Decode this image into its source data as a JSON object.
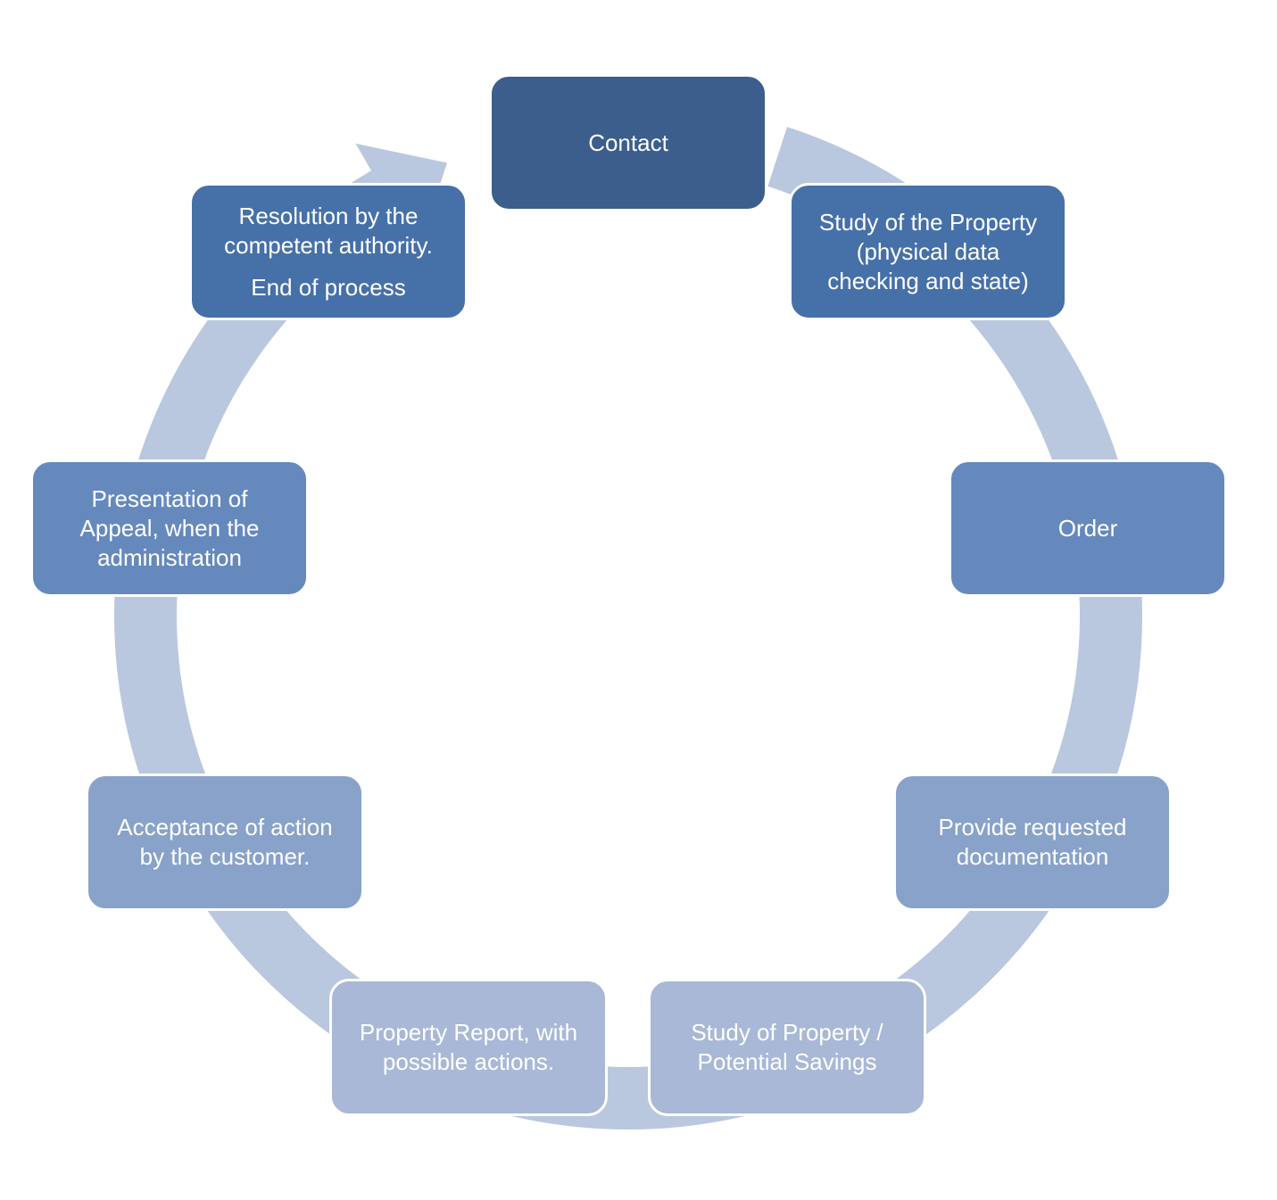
{
  "colors": {
    "ring": "#b9c8df",
    "text": "#ffffff"
  },
  "steps": [
    {
      "id": "contact",
      "lines": [
        "Contact"
      ],
      "color": "#3b5e8c"
    },
    {
      "id": "study-property",
      "lines": [
        "Study of the Property",
        "(physical data",
        "checking and state)"
      ],
      "color": "#4670a8"
    },
    {
      "id": "order",
      "lines": [
        "Order"
      ],
      "color": "#6589bd"
    },
    {
      "id": "provide-documentation",
      "lines": [
        "Provide requested",
        "documentation"
      ],
      "color": "#88a2c9"
    },
    {
      "id": "study-savings",
      "lines": [
        "Study of Property /",
        "Potential Savings"
      ],
      "color": "#a8b8d6"
    },
    {
      "id": "property-report",
      "lines": [
        "Property Report, with",
        "possible actions."
      ],
      "color": "#a8b8d6"
    },
    {
      "id": "acceptance",
      "lines": [
        "Acceptance of action",
        "by the customer."
      ],
      "color": "#88a2c9"
    },
    {
      "id": "appeal",
      "lines": [
        "Presentation of",
        "Appeal, when the",
        "administration"
      ],
      "color": "#6589bd"
    },
    {
      "id": "resolution",
      "lines": [
        "Resolution by the",
        "competent authority."
      ],
      "extra": "End of process",
      "color": "#4670a8"
    }
  ]
}
